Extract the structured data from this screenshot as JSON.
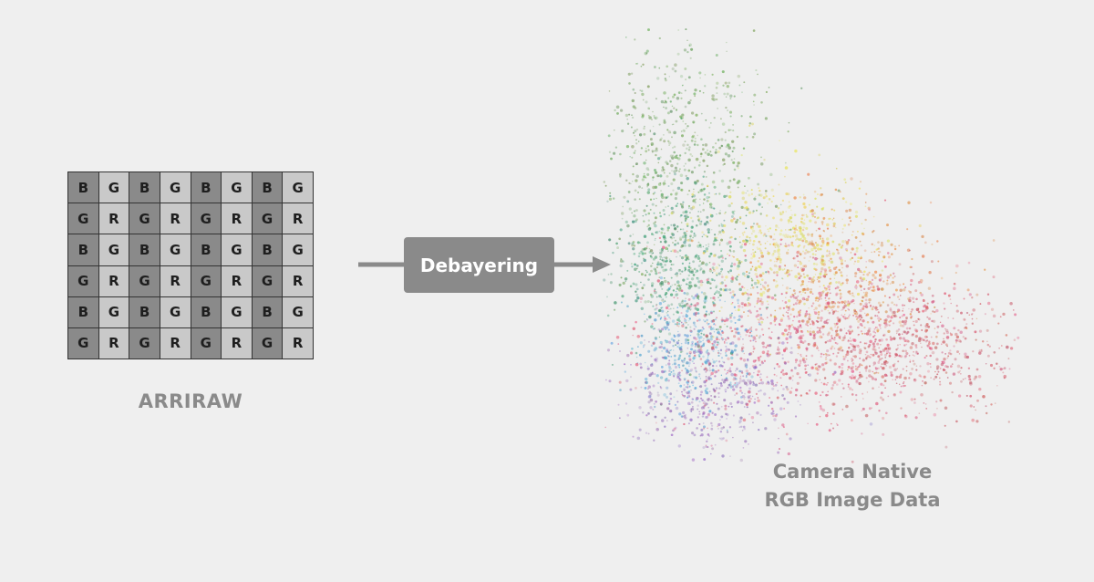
{
  "bayer": {
    "rows": [
      [
        "B",
        "G",
        "B",
        "G",
        "B",
        "G",
        "B",
        "G"
      ],
      [
        "G",
        "R",
        "G",
        "R",
        "G",
        "R",
        "G",
        "R"
      ],
      [
        "B",
        "G",
        "B",
        "G",
        "B",
        "G",
        "B",
        "G"
      ],
      [
        "G",
        "R",
        "G",
        "R",
        "G",
        "R",
        "G",
        "R"
      ],
      [
        "B",
        "G",
        "B",
        "G",
        "B",
        "G",
        "B",
        "G"
      ],
      [
        "G",
        "R",
        "G",
        "R",
        "G",
        "R",
        "G",
        "R"
      ]
    ]
  },
  "labels": {
    "source": "ARRIRAW",
    "process": "Debayering",
    "result_line1": "Camera Native",
    "result_line2": "RGB Image Data"
  },
  "colors": {
    "background": "#efefef",
    "dark_cell": "#8a8a8a",
    "light_cell": "#c9c9c9",
    "label_gray": "#8a8a8a"
  }
}
